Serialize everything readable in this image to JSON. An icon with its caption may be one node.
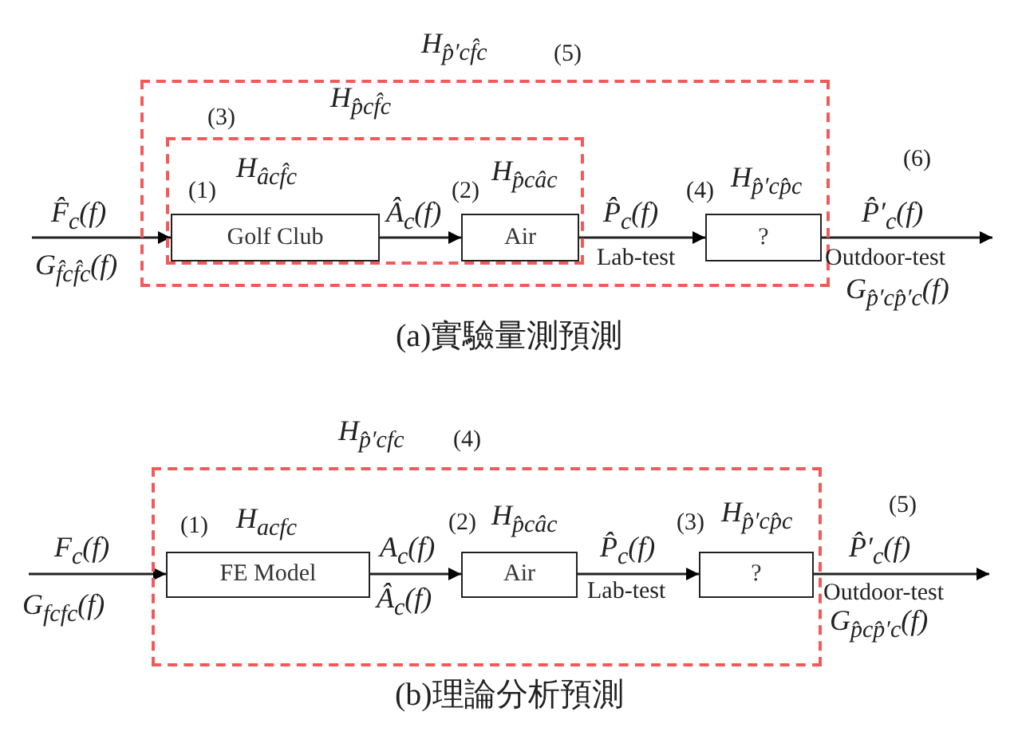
{
  "diagram": {
    "nodes": [
      {
        "text": [
          "H$_{p̂′cf̂c}$",
          "(5)"
        ]
      },
      {
        "text": [
          "(3)",
          "H$_{p̂cf̂c}$"
        ],
        "in": 0
      },
      {
        "text": [
          "Golf Club"
        ],
        "in": 1,
        "beside": [
          "(1)",
          "H$_{âcf̂c}$"
        ]
      },
      {
        "text": [
          "Air"
        ],
        "in": 1,
        "beside": [
          "(2)",
          "H$_{p̂câc}$"
        ]
      },
      {
        "text": [
          "?"
        ],
        "in": 0,
        "beside": [
          "(4)",
          "H$_{p̂′cp̂c}$"
        ]
      },
      {
        "text": [
          "H$_{p̂′cfc}$",
          "(4)"
        ]
      },
      {
        "text": [
          "FE Model"
        ],
        "in": 5,
        "beside": [
          "(1)",
          "H$_{acfc}$"
        ]
      },
      {
        "text": [
          "Air"
        ],
        "in": 5,
        "beside": [
          "(2)",
          "H$_{p̂câc}$"
        ]
      },
      {
        "text": [
          "?"
        ],
        "in": 5,
        "beside": [
          "(3)",
          "H$_{p̂′cp̂c}$"
        ]
      }
    ],
    "edges": [
      {
        "from": null,
        "to": 2,
        "arrow": "to",
        "label": "F̂$_{c}$(f)"
      },
      {
        "from": 2,
        "to": 3,
        "arrow": "to",
        "label": "Â$_{c}$(f)"
      },
      {
        "from": 3,
        "to": 4,
        "arrow": "to",
        "label": "P̂$_{c}$(f)"
      },
      {
        "from": 4,
        "to": null,
        "arrow": "to",
        "label": "P̂′$_{c}$(f)"
      },
      {
        "from": null,
        "to": 6,
        "arrow": "to",
        "label": "F$_{c}$(f)"
      },
      {
        "from": 6,
        "to": 7,
        "arrow": "to",
        "label": "A$_{c}$(f)"
      },
      {
        "from": 7,
        "to": 8,
        "arrow": "to",
        "label": "P̂$_{c}$(f)"
      },
      {
        "from": 8,
        "to": null,
        "arrow": "to",
        "label": "P̂′$_{c}$(f)"
      }
    ],
    "labels": [
      "G$_{f̂cf̂c}$(f)",
      "Lab-test",
      "(6)",
      "Outdoor-test",
      "G$_{p̂′cp̂′c}$(f)",
      "(a)實驗量測預測",
      "G$_{fcfc}$(f)",
      "Â$_{c}$(f)",
      "Lab-test",
      "(5)",
      "Outdoor-test",
      "G$_{p̂cp̂′c}$(f)",
      "(b)理論分析預測"
    ]
  }
}
